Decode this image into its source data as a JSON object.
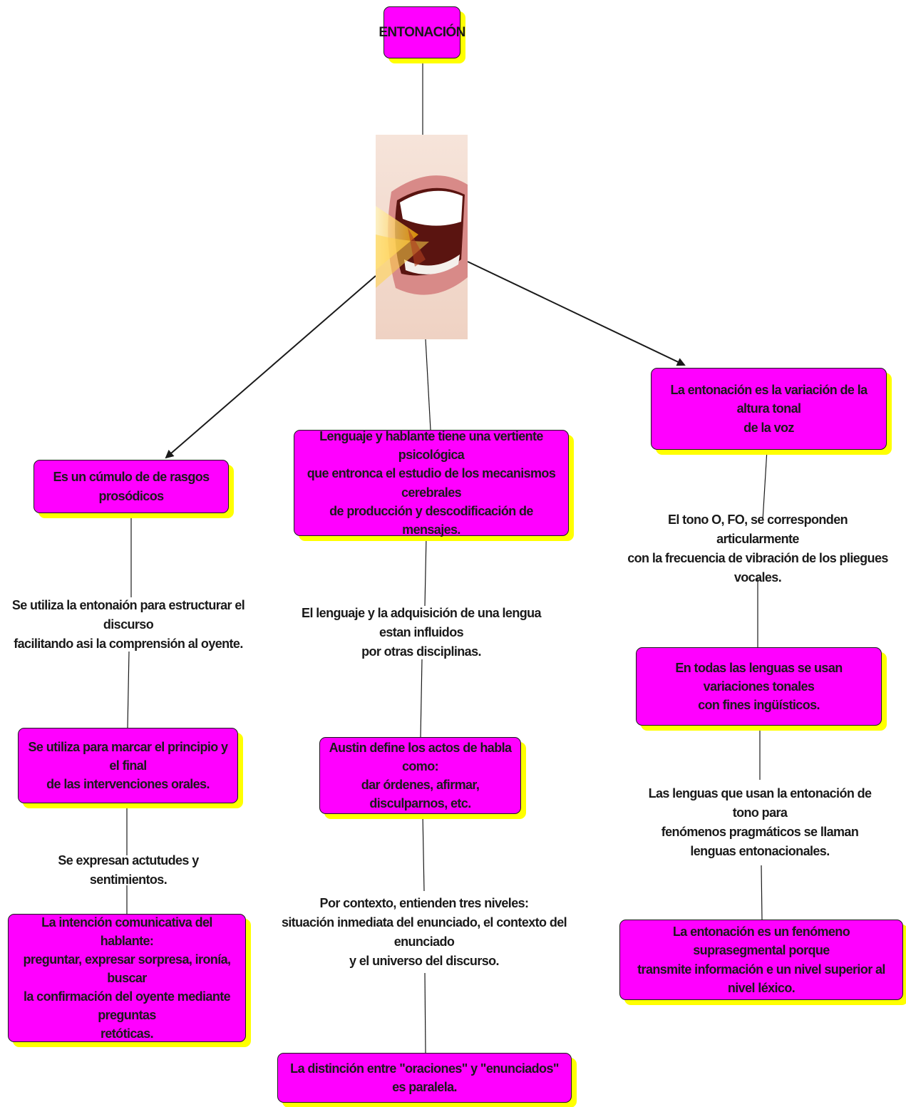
{
  "title": "ENTONACIÓN",
  "image": {
    "name": "open-mouth-photo"
  },
  "colors": {
    "node_fill": "#ff00ff",
    "node_shadow": "#ffff00",
    "line": "#1a1a1a"
  },
  "nodes": {
    "left_top": "Es un cúmulo de de rasgos prosódicos",
    "left_mid": "Se utiliza para marcar el principio y el final\nde las intervenciones orales.",
    "left_bottom": "La intención comunicativa del hablante:\npreguntar, expresar sorpresa, ironía, buscar\nla confirmación del oyente mediante preguntas\nretóticas.",
    "center_top": "Lenguaje y hablante tiene una vertiente psicológica\nque entronca el estudio de los mecanismos cerebrales\nde producción y descodificación de mensajes.",
    "center_mid": "Austin define los actos de habla como:\ndar órdenes, afirmar, disculparnos, etc.",
    "center_bottom": "La distinción entre \"oraciones\" y \"enunciados\" es paralela.",
    "right_top": "La entonación es la variación de la altura tonal\nde la voz",
    "right_mid": "En todas las lenguas se usan variaciones tonales\ncon fines ingüísticos.",
    "right_bottom": "La entonación es un fenómeno suprasegmental porque\ntransmite información e un nivel superior al nivel léxico."
  },
  "labels": {
    "left_1": "Se utiliza la entonaión para estructurar el discurso\nfacilitando asi la comprensión al oyente.",
    "left_2": "Se expresan actutudes y sentimientos.",
    "center_1": "El lenguaje y la adquisición de una lengua estan influidos\npor otras disciplinas.",
    "center_2": "Por contexto, entienden tres niveles:\nsituación inmediata del enunciado, el contexto del enunciado\ny el universo del discurso.",
    "right_1": "El tono O, FO, se corresponden articularmente\ncon la frecuencia de vibración de los pliegues vocales.",
    "right_2": "Las lenguas que usan la entonación de tono para\nfenómenos  pragmáticos se llaman\nlenguas entonacionales."
  }
}
